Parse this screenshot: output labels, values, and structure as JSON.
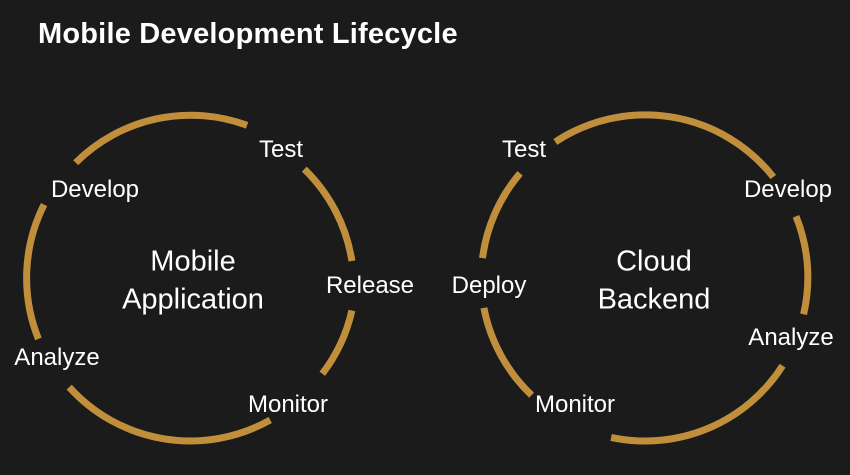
{
  "title": "Mobile Development Lifecycle",
  "colors": {
    "background": "#1b1b1b",
    "ring": "#c18f3c",
    "text": "#ffffff"
  },
  "left_cycle": {
    "center_lines": [
      "Mobile",
      "Application"
    ],
    "stages": [
      "Test",
      "Release",
      "Monitor",
      "Analyze",
      "Develop"
    ]
  },
  "right_cycle": {
    "center_lines": [
      "Cloud",
      "Backend"
    ],
    "stages": [
      "Develop",
      "Analyze",
      "Monitor",
      "Deploy",
      "Test"
    ]
  }
}
